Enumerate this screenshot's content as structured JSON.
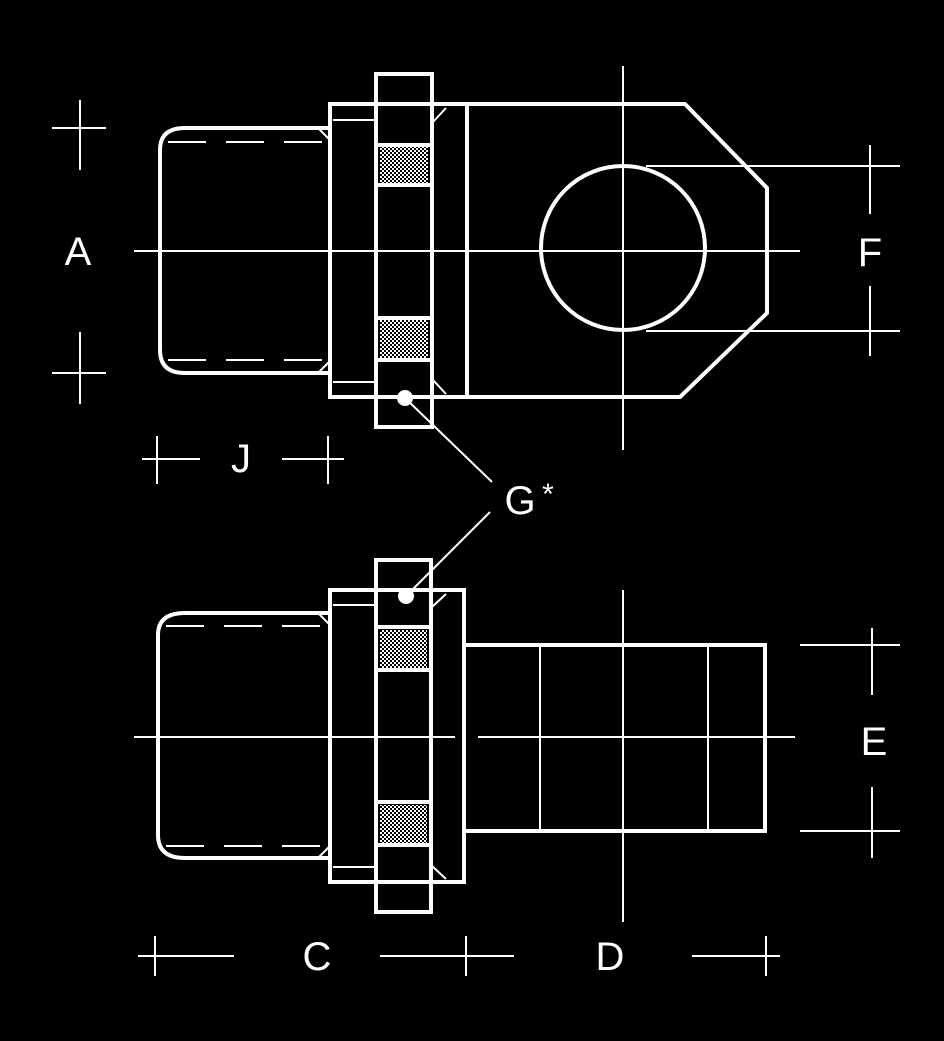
{
  "labels": {
    "a": "A",
    "c": "C",
    "d": "D",
    "e": "E",
    "f": "F",
    "g": "G",
    "g_mark": "*",
    "j": "J"
  },
  "colors": {
    "background": "#000000",
    "line": "#ffffff",
    "grip": "#6e6e6e"
  }
}
